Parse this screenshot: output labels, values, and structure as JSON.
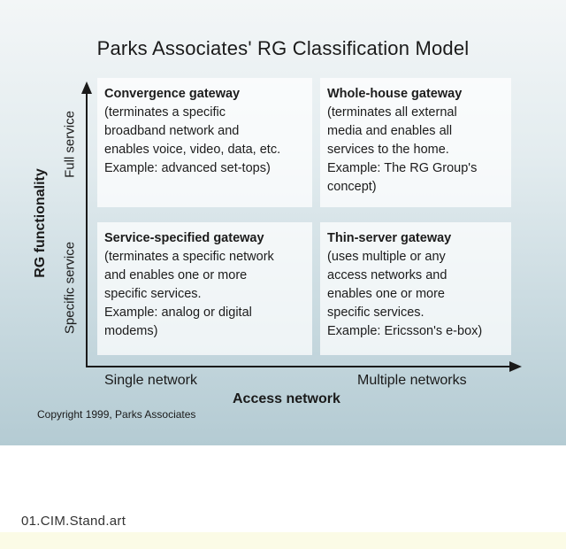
{
  "title": "Parks Associates' RG Classification Model",
  "axes": {
    "y_label": "RG functionality",
    "y_ticks": [
      "Specific service",
      "Full service"
    ],
    "x_label": "Access network",
    "x_ticks": [
      "Single network",
      "Multiple networks"
    ]
  },
  "quadrants": {
    "top_left": {
      "title": "Convergence gateway",
      "desc": "(terminates a specific\nbroadband network and\nenables voice, video, data, etc.\nExample: advanced set-tops)"
    },
    "top_right": {
      "title": "Whole-house gateway",
      "desc": "(terminates all external\nmedia and enables all\nservices to the home.\nExample: The RG Group's\nconcept)"
    },
    "bottom_left": {
      "title": "Service-specified gateway",
      "desc": "(terminates a specific network\nand enables one or more\nspecific services.\nExample: analog or digital\nmodems)"
    },
    "bottom_right": {
      "title": "Thin-server gateway",
      "desc": "(uses multiple or any\naccess networks and\nenables one or more\nspecific services.\nExample: Ericsson's e-box)"
    }
  },
  "copyright": "Copyright 1999, Parks Associates",
  "filename": "01.CIM.Stand.art",
  "colors": {
    "panel_top": "#f3f6f7",
    "panel_bottom": "#b4cbd3",
    "axis": "#1a1a1a",
    "bottom_band": "#fbfbe6"
  }
}
